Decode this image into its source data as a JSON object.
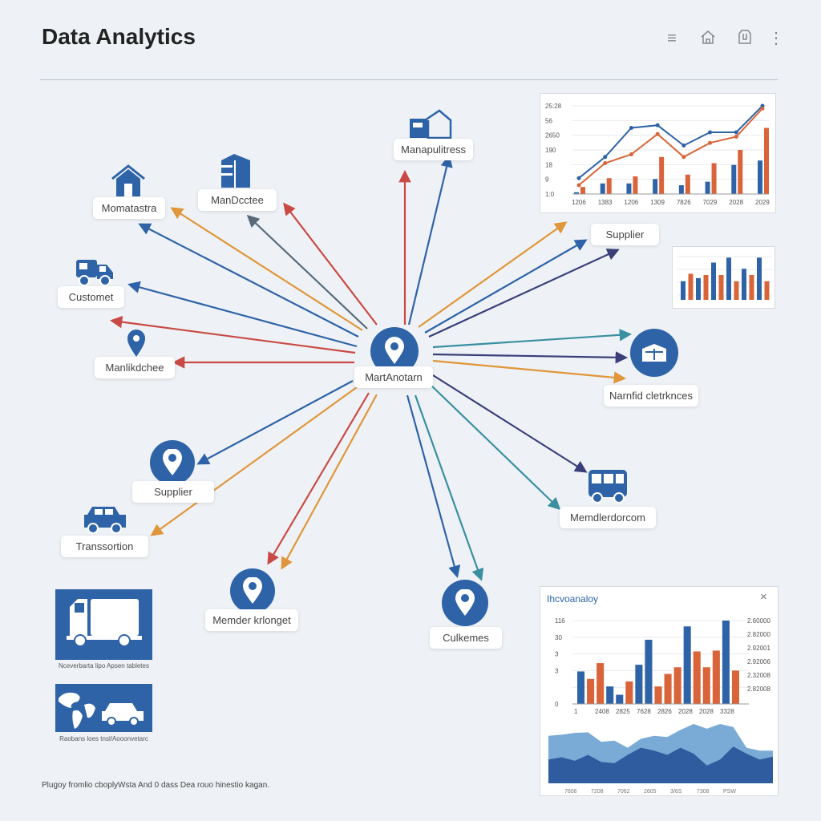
{
  "header": {
    "title": "Data Analytics",
    "icons": [
      "menu-icon",
      "home-icon",
      "store-icon",
      "more-vertical-icon"
    ]
  },
  "nodes": {
    "center": "MartAnotarn",
    "top_building": "Manapulitress",
    "warehouse": "Momatastra",
    "factory": "ManDcctee",
    "truck_customer": "Customet",
    "pin_left": "Manlikdchee",
    "supplier_top": "Supplier",
    "distribution": "Narnfid cletrknces",
    "supplier_pin": "Supplier",
    "transport": "Transsortion",
    "member_pin": "Memder krlonget",
    "customers_pin": "Culkemes",
    "bus": "Memdlerdorcom"
  },
  "cards": {
    "truck_caption": "Nceverbarta lipo Apsen tabletes",
    "world_caption": "Raobans loes tnsl/Aooonvetarc"
  },
  "footer": {
    "note": "Plugoy fromlio cboplyWsta And 0 dass Dea rouo hinestio kagan."
  },
  "colors": {
    "blue": "#2e63a8",
    "orange": "#d9643a",
    "red": "#c94a44",
    "gold": "#e0963a",
    "teal": "#3a8fa0"
  },
  "chart_data": [
    {
      "type": "line",
      "name": "top-chart",
      "yticks": [
        "25:28",
        "56",
        "2650",
        "190",
        "18",
        "9",
        "1:0"
      ],
      "categories": [
        "1206",
        "1383",
        "1206",
        "1309",
        "7826",
        "7029",
        "2028",
        "2029"
      ],
      "series": [
        {
          "name": "blue-line",
          "values": [
            18,
            42,
            75,
            78,
            55,
            70,
            70,
            100
          ]
        },
        {
          "name": "orange-line",
          "values": [
            10,
            35,
            45,
            68,
            42,
            58,
            65,
            97
          ]
        }
      ],
      "bars": {
        "blue": [
          2,
          12,
          12,
          17,
          10,
          14,
          33,
          38
        ],
        "orange": [
          8,
          18,
          20,
          42,
          22,
          35,
          50,
          75
        ]
      },
      "ylim": [
        0,
        100
      ]
    },
    {
      "type": "bar",
      "name": "mini-chart",
      "values": [
        30,
        42,
        35,
        40,
        60,
        40,
        68,
        30,
        50,
        40,
        68,
        30
      ],
      "ylim": [
        0,
        80
      ]
    },
    {
      "type": "bar",
      "name": "analytics-panel",
      "title": "Ihcvoanaloy",
      "yticks_left": [
        "116",
        "30",
        "3",
        "3",
        "",
        "0"
      ],
      "yticks_right": [
        "2.60000",
        "2.82000",
        "2.92001",
        "2.92006",
        "2.32008",
        "2.82008"
      ],
      "xticks": [
        "1",
        "2408",
        "2825",
        "7628",
        "2826",
        "2028",
        "2028",
        "3328"
      ],
      "values": [
        39,
        30,
        49,
        21,
        11,
        27,
        47,
        77,
        21,
        36,
        44,
        93,
        63,
        44,
        64,
        100,
        40
      ],
      "colors": [
        "b",
        "o",
        "o",
        "b",
        "b",
        "o",
        "b",
        "b",
        "o",
        "o",
        "o",
        "b",
        "o",
        "o",
        "o",
        "b",
        "o"
      ],
      "ylim": [
        0,
        110
      ]
    },
    {
      "type": "area",
      "name": "area-chart",
      "xticks": [
        "7606",
        "7208",
        "7062",
        "2605",
        "3/6S",
        "7308",
        "PSW"
      ],
      "series": [
        {
          "name": "light",
          "values": [
            80,
            82,
            85,
            86,
            70,
            72,
            60,
            75,
            80,
            78,
            90,
            100,
            92,
            100,
            95,
            60,
            55,
            55
          ]
        },
        {
          "name": "dark",
          "values": [
            40,
            44,
            38,
            48,
            36,
            34,
            48,
            60,
            55,
            48,
            60,
            50,
            30,
            40,
            62,
            50,
            40,
            45
          ]
        }
      ],
      "ylim": [
        0,
        100
      ]
    }
  ]
}
